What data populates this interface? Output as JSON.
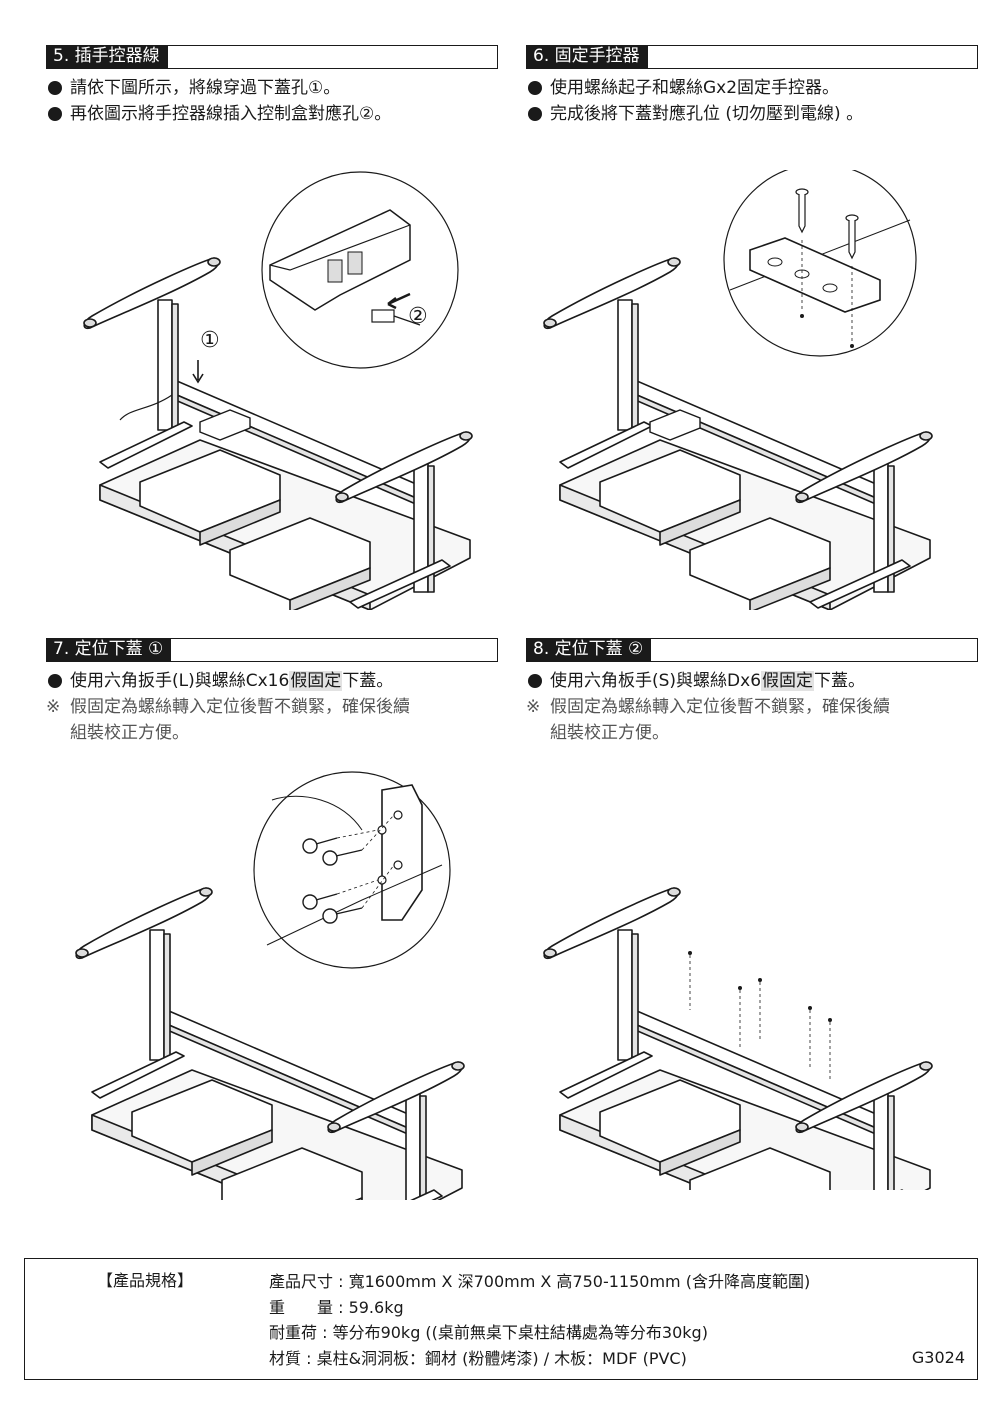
{
  "sections": [
    {
      "title": "5. 插手控器線",
      "bullets": [
        "請依下圖所示，將線穿過下蓋孔①。",
        "再依圖示將手控器線插入控制盒對應孔②。"
      ]
    },
    {
      "title": "6. 固定手控器",
      "bullets": [
        "使用螺絲起子和螺絲Gx2固定手控器。",
        "完成後將下蓋對應孔位 (切勿壓到電線) 。"
      ]
    },
    {
      "title": "7. 定位下蓋 ①",
      "bullet_pre": "使用六角扳手(L)與螺絲Cx16",
      "bullet_hl": "假固定",
      "bullet_post": "下蓋。",
      "note_mark": "※",
      "note_line1": "假固定為螺絲轉入定位後暫不鎖緊，確保後續",
      "note_line2": "組裝校正方便。"
    },
    {
      "title": "8. 定位下蓋 ②",
      "bullet_pre": "使用六角板手(S)與螺絲Dx6",
      "bullet_hl": "假固定",
      "bullet_post": "下蓋。",
      "note_mark": "※",
      "note_line1": "假固定為螺絲轉入定位後暫不鎖緊，確保後續",
      "note_line2": "組裝校正方便。"
    }
  ],
  "callouts": {
    "one": "①",
    "two": "②"
  },
  "specs": {
    "label": "【產品規格】",
    "lines": [
      "產品尺寸 : 寬1600mm X 深700mm X 高750-1150mm (含升降高度範圍)",
      "重　　量 : 59.6kg",
      "耐重荷 : 等分布90kg ((桌前無桌下桌柱結構處為等分布30kg)",
      "材質 : 桌柱&洞洞板：鋼材 (粉體烤漆) / 木板：MDF (PVC)"
    ],
    "code": "G3024"
  }
}
